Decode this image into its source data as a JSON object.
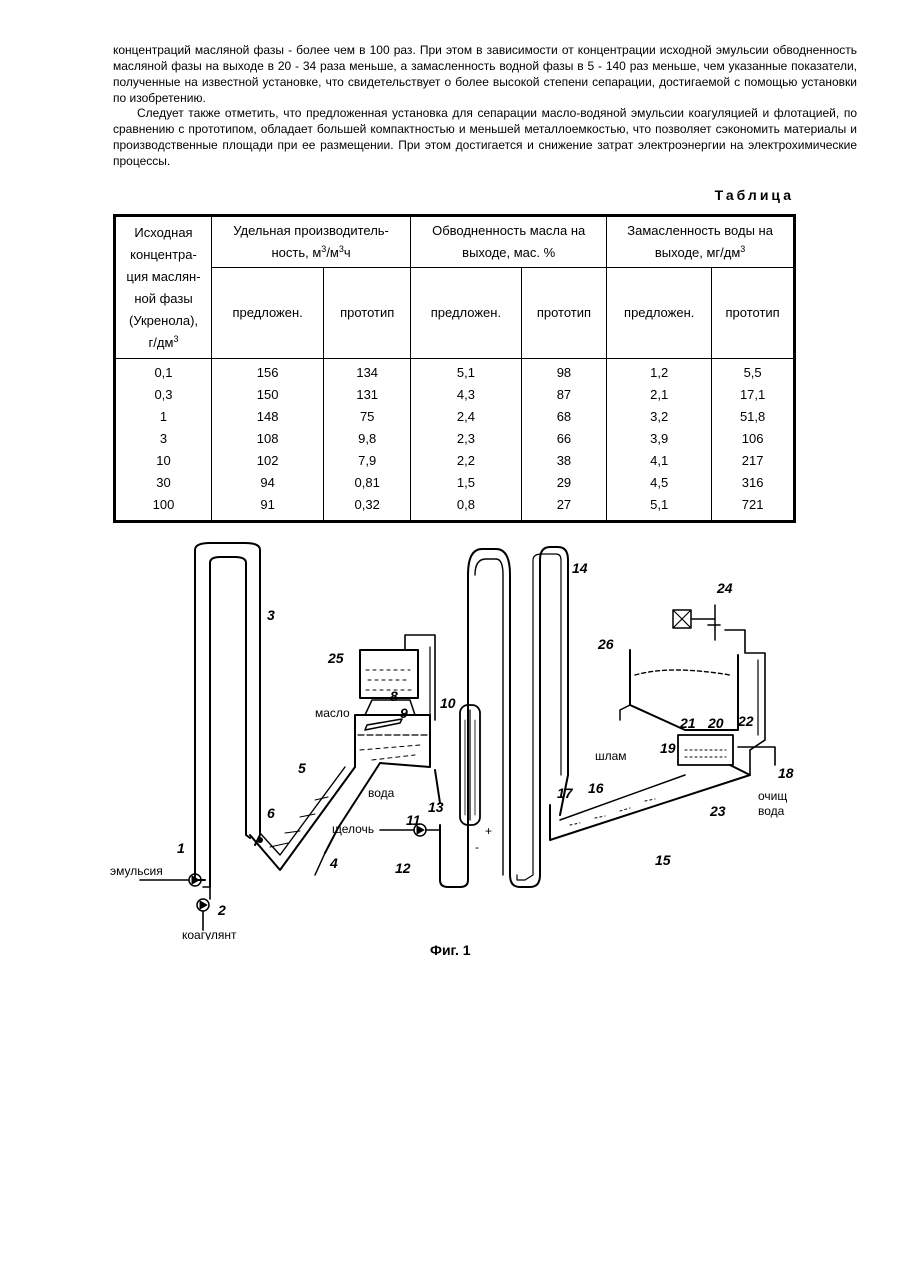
{
  "text": {
    "p1": "концентраций масляной фазы - более чем в 100 раз. При этом в зависимости от концентрации исходной эмульсии обводненность масляной фазы на выходе в 20 - 34 раза меньше, а замасленность водной фазы в 5 - 140 раз меньше, чем указанные показатели, полученные на известной установке, что свидетельствует о более высокой степени сепарации, достигаемой с помощью установки по изобретению.",
    "p2": "Следует также отметить, что предложенная установка для сепарации масло-водяной эмульсии коагуляцией и флотацией, по сравнению с прототипом, обладает большей компактностью и меньшей металлоемкостью, что позволяет сэкономить материалы и производственные площади при ее размещении. При этом достигается и снижение затрат электроэнергии на электрохимические процессы."
  },
  "table": {
    "title": "Таблица",
    "col0": {
      "l1": "Исходная",
      "l2": "концентра-",
      "l3": "ция маслян-",
      "l4": "ной фазы",
      "l5": "(Укренола),",
      "l6": "г/дм",
      "sup": "3"
    },
    "g1": {
      "l1": "Удельная производитель-",
      "l2a": "ность, м",
      "s1": "3",
      "l2b": "/м",
      "s2": "3",
      "l2c": "ч"
    },
    "g2": {
      "l1": "Обводненность масла на",
      "l2": "выходе, мас. %"
    },
    "g3": {
      "l1": "Замасленность воды на",
      "l2a": "выходе, мг/дм",
      "s1": "3"
    },
    "sub_prop": "предложен.",
    "sub_proto": "прототип",
    "rows": [
      [
        "0,1",
        "156",
        "134",
        "5,1",
        "98",
        "1,2",
        "5,5"
      ],
      [
        "0,3",
        "150",
        "131",
        "4,3",
        "87",
        "2,1",
        "17,1"
      ],
      [
        "1",
        "148",
        "75",
        "2,4",
        "68",
        "3,2",
        "51,8"
      ],
      [
        "3",
        "108",
        "9,8",
        "2,3",
        "66",
        "3,9",
        "106"
      ],
      [
        "10",
        "102",
        "7,9",
        "2,2",
        "38",
        "4,1",
        "217"
      ],
      [
        "30",
        "94",
        "0,81",
        "1,5",
        "29",
        "4,5",
        "316"
      ],
      [
        "100",
        "91",
        "0,32",
        "0,8",
        "27",
        "5,1",
        "721"
      ]
    ]
  },
  "figure": {
    "caption": "Фиг. 1",
    "labels": {
      "n1": "1",
      "n2": "2",
      "n3": "3",
      "n4": "4",
      "n5": "5",
      "n6": "6",
      "n8": "8",
      "n9": "9",
      "n10": "10",
      "n11": "11",
      "n12": "12",
      "n13": "13",
      "n14": "14",
      "n15": "15",
      "n16": "16",
      "n17": "17",
      "n18": "18",
      "n19": "19",
      "n20": "20",
      "n21": "21",
      "n22": "22",
      "n23": "23",
      "n24": "24",
      "n25": "25",
      "n26": "26",
      "emulsion": "эмульсия",
      "coagulant": "коагулянт",
      "oil": "масло",
      "water": "вода",
      "alkali": "щелочь",
      "sludge": "шлам",
      "clean1": "очищ",
      "clean2": "вода",
      "plus": "+",
      "minus": "-"
    }
  }
}
